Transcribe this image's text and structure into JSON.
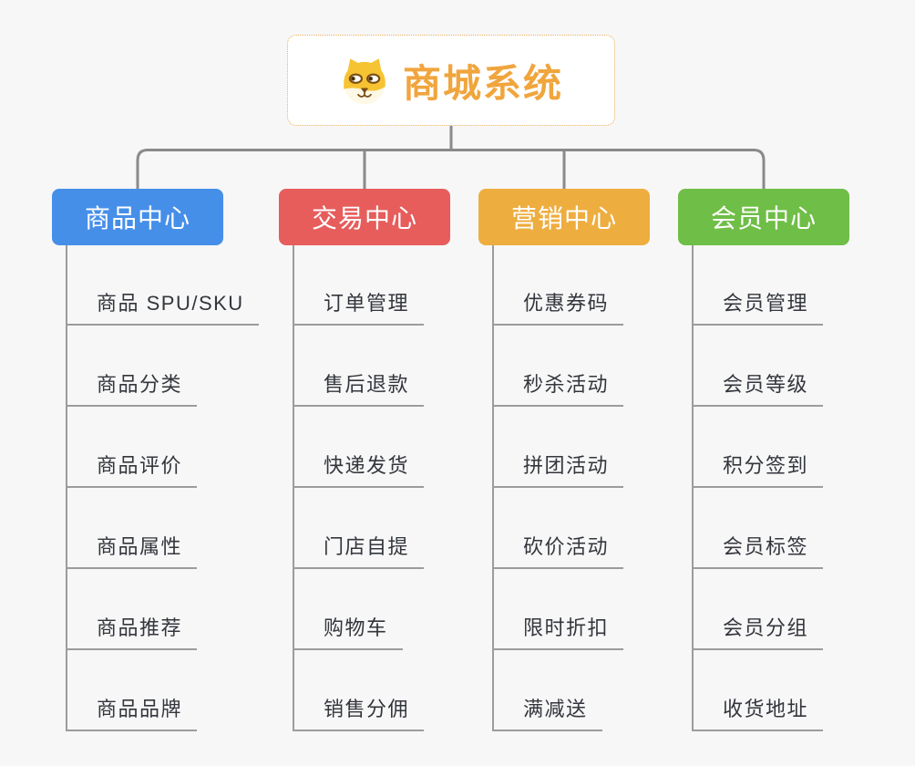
{
  "app": {
    "background_color": "#F7F7F7",
    "connector_color": "#8A8A8A",
    "leaf_line_color": "#9C9C9C",
    "leaf_text_color": "#33363C"
  },
  "root": {
    "title": "商城系统",
    "icon": "dog-face-icon",
    "text_color": "#F0A53D",
    "border_color": "#E8AE59"
  },
  "branches": [
    {
      "label": "商品中心",
      "color": "#468FE9",
      "children": [
        "商品 SPU/SKU",
        "商品分类",
        "商品评价",
        "商品属性",
        "商品推荐",
        "商品品牌"
      ]
    },
    {
      "label": "交易中心",
      "color": "#E65D5C",
      "children": [
        "订单管理",
        "售后退款",
        "快递发货",
        "门店自提",
        "购物车",
        "销售分佣"
      ]
    },
    {
      "label": "营销中心",
      "color": "#EEAD3F",
      "children": [
        "优惠券码",
        "秒杀活动",
        "拼团活动",
        "砍价活动",
        "限时折扣",
        "满减送"
      ]
    },
    {
      "label": "会员中心",
      "color": "#6FBE47",
      "children": [
        "会员管理",
        "会员等级",
        "积分签到",
        "会员标签",
        "会员分组",
        "收货地址"
      ]
    }
  ]
}
